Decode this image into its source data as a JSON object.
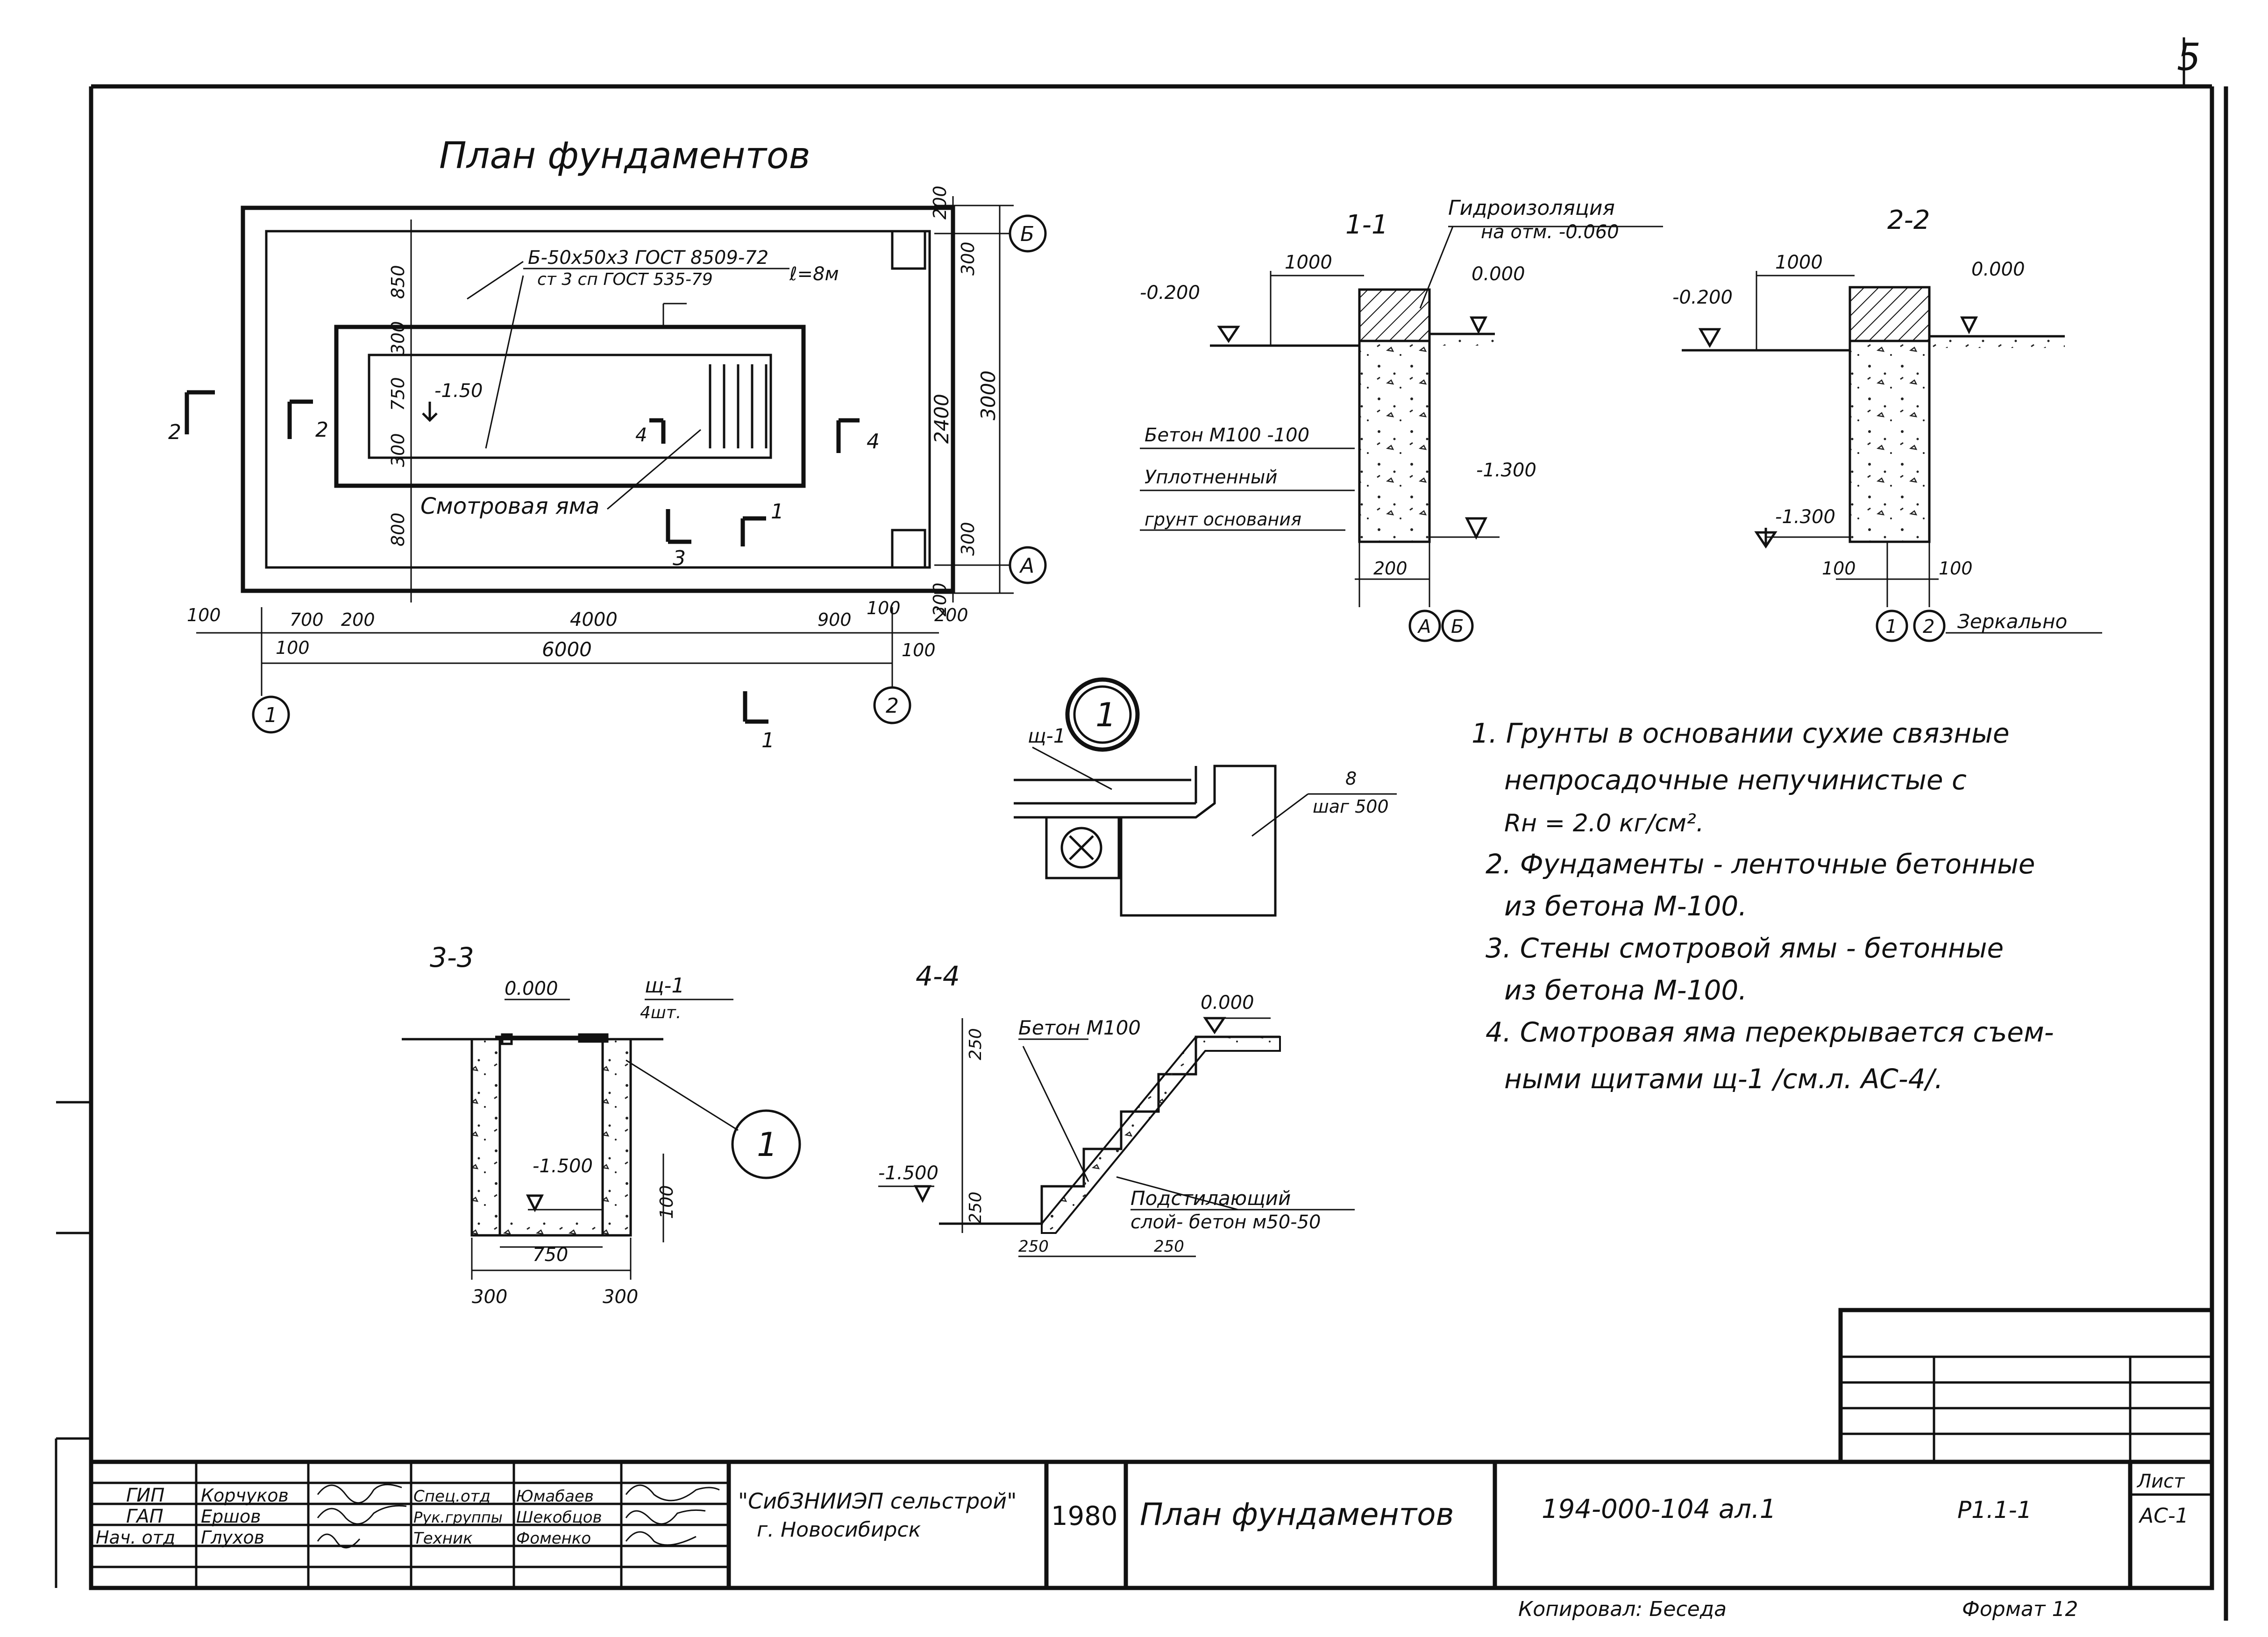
{
  "sheet": {
    "page_number": "5",
    "plan_title": "План фундаментов",
    "copied_by": "Копировал: Беседа",
    "format": "Формат 12"
  },
  "plan": {
    "beam_note_line1": "Б-50х50х3 ГОСТ 8509-72",
    "beam_note_line2": "ст 3 сп ГОСТ 535-79",
    "beam_note_length": "ℓ=8м",
    "pit_label": "Смотровая яма",
    "pit_level": "-1.50",
    "axis_labels": [
      "1",
      "2",
      "А",
      "Б"
    ],
    "section_marks": [
      "1",
      "2",
      "3",
      "4"
    ],
    "dims_bottom": [
      "100",
      "700",
      "200",
      "4000",
      "900",
      "100",
      "100",
      "6000",
      "100",
      "200"
    ],
    "dims_left": [
      "850",
      "300",
      "750",
      "300",
      "800"
    ],
    "dims_right": [
      "200",
      "300",
      "2400",
      "3000",
      "300",
      "200"
    ]
  },
  "section_1_1": {
    "title": "1-1",
    "waterproofing_line1": "Гидроизоляция",
    "waterproofing_line2": "на отм. -0.060",
    "dim_top": "1000",
    "level_left": "-0.200",
    "level_right": "0.000",
    "level_bottom": "-1.300",
    "dim_bottom": "200",
    "concrete_label": "Бетон М100 -100",
    "soil_label_line1": "Уплотненный",
    "soil_label_line2": "грунт основания",
    "axes": [
      "А",
      "Б"
    ]
  },
  "section_2_2": {
    "title": "2-2",
    "dim_top": "1000",
    "level_left": "-0.200",
    "level_right": "0.000",
    "level_bottom": "-1.300",
    "dim_left": "100",
    "dim_right": "100",
    "axes": [
      "1",
      "2"
    ],
    "mirror_note": "Зеркально"
  },
  "detail_1": {
    "number": "1",
    "panel_label": "щ-1",
    "rebar_label": "8",
    "rebar_step": "шаг 500"
  },
  "section_3_3": {
    "title": "3-3",
    "level_top": "0.000",
    "panel_label": "щ-1",
    "panel_qty": "4шт.",
    "level_bottom": "-1.500",
    "dim_bottom_inner": "750",
    "dim_left": "300",
    "dim_right": "300",
    "dim_side": "100",
    "callout": "1"
  },
  "section_4_4": {
    "title": "4-4",
    "concrete_label": "Бетон М100",
    "level_top": "0.000",
    "level_bottom": "-1.500",
    "dim_riser": "250",
    "dim_tread": "250",
    "underlay_line1": "Подстилающий",
    "underlay_line2": "слой- бетон м50-50"
  },
  "notes": [
    "1. Грунты в основании сухие связные",
    "непросадочные непучинистые с",
    "Rн = 2.0 кг/см².",
    "2. Фундаменты - ленточные бетонные",
    "из бетона М-100.",
    "3. Стены смотровой ямы - бетонные",
    "из бетона М-100.",
    "4. Смотровая яма перекрывается съем-",
    "ными щитами щ-1 /см.л. АС-4/."
  ],
  "title_block": {
    "roles": [
      "ГИП",
      "ГАП",
      "Нач. отд"
    ],
    "names": [
      "Корчуков",
      "Ершов",
      "Глухов"
    ],
    "roles2": [
      "Спец.отд",
      "Рук.группы",
      "Техник"
    ],
    "names2": [
      "Юмабаев",
      "Шекобцов",
      "Фоменко"
    ],
    "org_line1": "\"СибЗНИИЭП сельстрой\"",
    "org_line2": "г. Новосибирск",
    "year": "1980",
    "drawing_name": "План фундаментов",
    "doc_code": "194-000-104 ал.1",
    "revision": "Р1.1-1",
    "sheet_label": "Лист",
    "sheet_code": "АС-1"
  }
}
